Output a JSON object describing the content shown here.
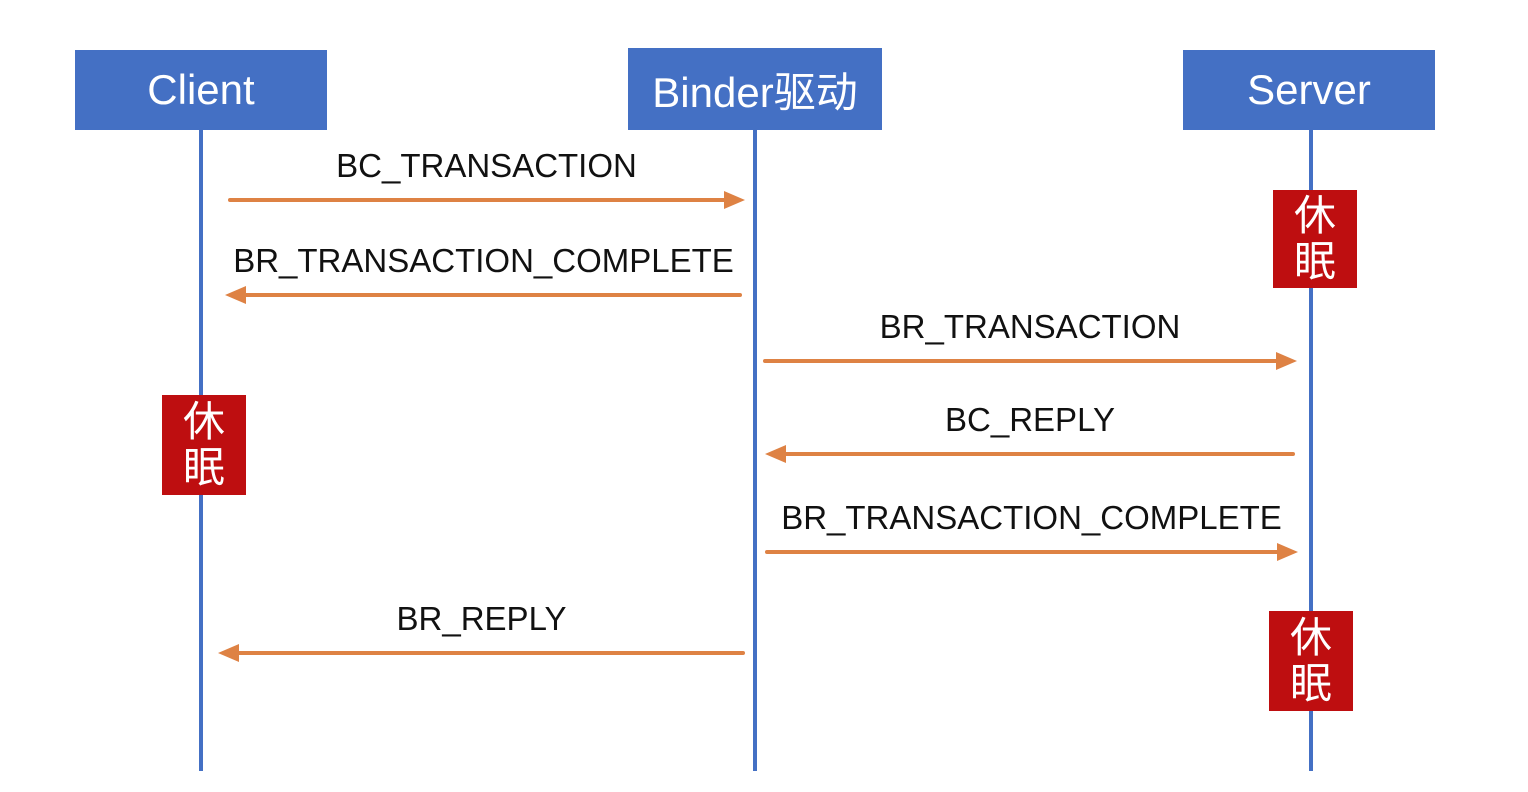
{
  "diagram": {
    "type": "sequence-diagram"
  },
  "actors": [
    {
      "id": "client",
      "label": "Client"
    },
    {
      "id": "binder-driver",
      "label": "Binder驱动"
    },
    {
      "id": "server",
      "label": "Server"
    }
  ],
  "messages": [
    {
      "label": "BC_TRANSACTION",
      "from": "Client",
      "to": "Binder驱动",
      "direction": "right"
    },
    {
      "label": "BR_TRANSACTION_COMPLETE",
      "from": "Binder驱动",
      "to": "Client",
      "direction": "left"
    },
    {
      "label": "BR_TRANSACTION",
      "from": "Binder驱动",
      "to": "Server",
      "direction": "right"
    },
    {
      "label": "BC_REPLY",
      "from": "Server",
      "to": "Binder驱动",
      "direction": "left"
    },
    {
      "label": "BR_TRANSACTION_COMPLETE",
      "from": "Binder驱动",
      "to": "Server",
      "direction": "right"
    },
    {
      "label": "BR_REPLY",
      "from": "Binder驱动",
      "to": "Client",
      "direction": "left"
    }
  ],
  "sleep_markers": [
    {
      "label": "休眠",
      "lifeline": "Server"
    },
    {
      "label": "休眠",
      "lifeline": "Client"
    },
    {
      "label": "休眠",
      "lifeline": "Server"
    }
  ],
  "colors": {
    "actor_fill": "#4470C4",
    "actor_text": "#FFFFFF",
    "lifeline": "#4470C4",
    "arrow": "#DE8244",
    "sleep_fill": "#BE0E10",
    "sleep_text": "#FFFFFF",
    "message_text": "#111111",
    "background": "#FFFFFF"
  }
}
